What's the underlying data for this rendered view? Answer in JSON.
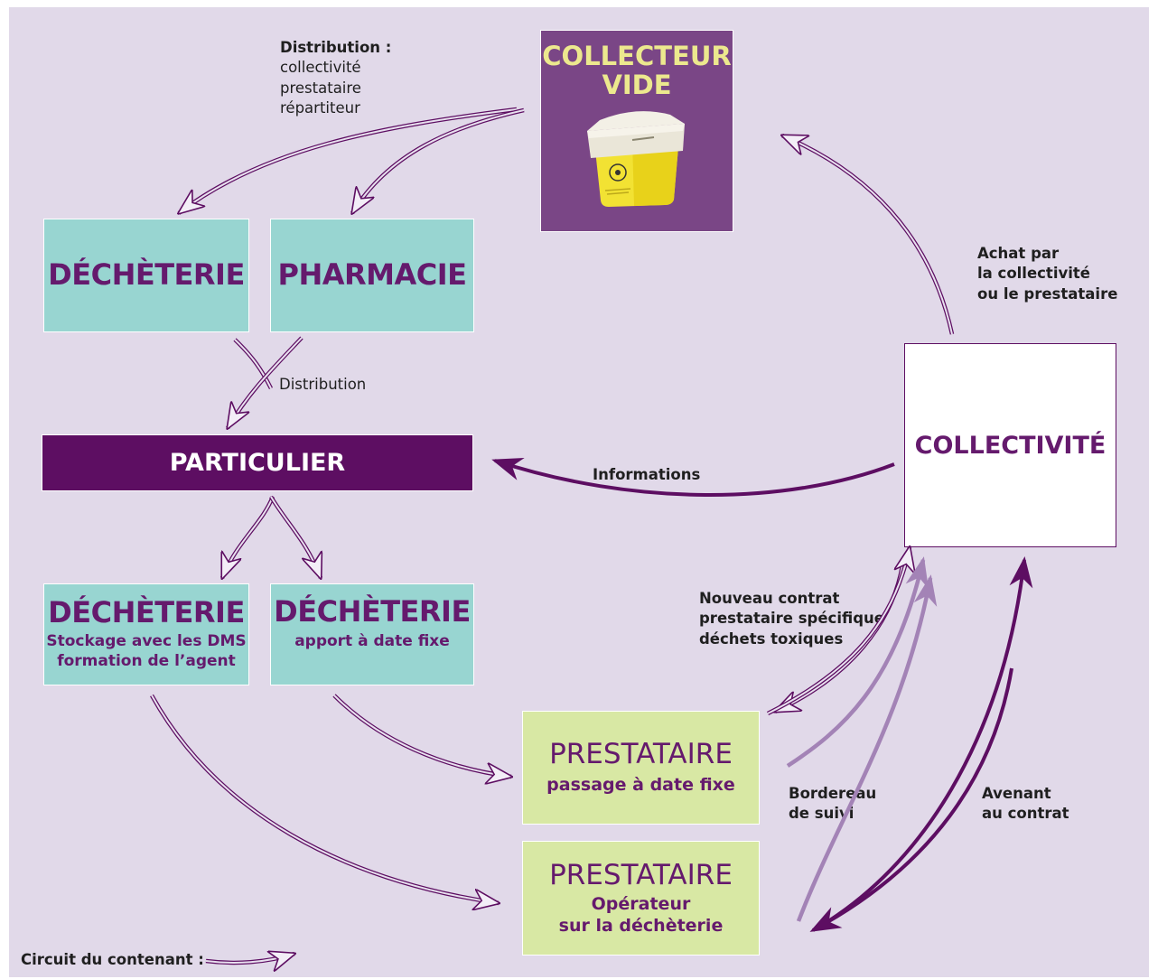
{
  "collecteur": {
    "line1": "COLLECTEUR",
    "line2": "VIDE"
  },
  "decheterie_top": {
    "title": "DÉCHÈTERIE"
  },
  "pharmacie": {
    "title": "PHARMACIE"
  },
  "particulier": {
    "title": "PARTICULIER"
  },
  "collectivite": {
    "title": "COLLECTIVITÉ"
  },
  "decheterie_stockage": {
    "title": "DÉCHÈTERIE",
    "sub1": "Stockage avec les DMS",
    "sub2": "formation de l’agent"
  },
  "decheterie_apport": {
    "title": "DÉCHÈTERIE",
    "sub1": "apport à date fixe"
  },
  "prestataire_passage": {
    "title": "PRESTATAIRE",
    "sub1": "passage à date fixe"
  },
  "prestataire_operateur": {
    "title": "PRESTATAIRE",
    "sub1": "Opérateur",
    "sub2": "sur la déchèterie"
  },
  "labels": {
    "distribution_top_title": "Distribution :",
    "distribution_top_items": [
      "collectivité",
      "prestataire",
      "répartiteur"
    ],
    "distribution_mid": "Distribution",
    "achat": [
      "Achat par",
      "la collectivité",
      "ou le prestataire"
    ],
    "informations": "Informations",
    "nouveau_contrat": [
      "Nouveau contrat",
      "prestataire spécifique",
      "déchets toxiques"
    ],
    "bordereau": [
      "Bordereau",
      "de suivi"
    ],
    "avenant": [
      "Avenant",
      "au contrat"
    ],
    "legend": "Circuit du contenant :"
  },
  "colors": {
    "background": "#e1d9e9",
    "dark_purple": "#5d0e62",
    "box_purple": "#7a4686",
    "teal": "#98d5d1",
    "green": "#d8e8a4",
    "title_purple": "#651a6d",
    "light_purple": "#a383b6",
    "yellow_text": "#ece88e"
  },
  "icons": {
    "container": "sharps-container-icon"
  }
}
